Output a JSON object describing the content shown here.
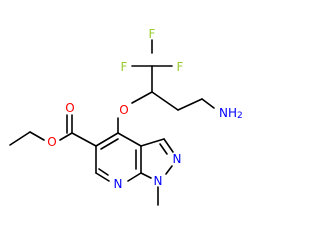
{
  "atom_labels": {
    "f_top": "F",
    "f_left": "F",
    "f_right": "F",
    "ether_o": "O",
    "amine": "NH2",
    "ester_o_carbonyl": "O",
    "ester_o_ether": "O",
    "n_pyrazole": "N",
    "n_pyridine": "N",
    "n_methyl": "N"
  },
  "colors": {
    "bond": "#000000",
    "fluorine": "#9acd32",
    "oxygen": "#ff0000",
    "nitrogen": "#0000ff"
  }
}
